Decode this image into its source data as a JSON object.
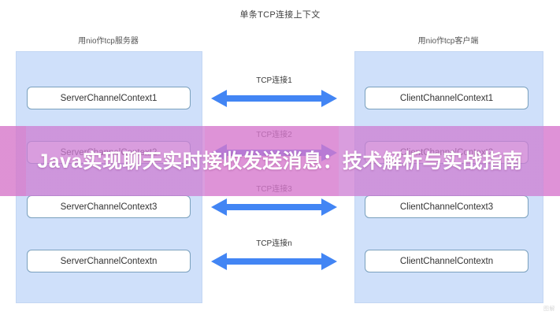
{
  "diagram": {
    "title": "单条TCP连接上下文",
    "watermark": "图解",
    "panels": {
      "left": {
        "caption": "用nio作tcp服务器",
        "boxes": [
          {
            "label": "ServerChannelContext1"
          },
          {
            "label": "ServerChannelContext2"
          },
          {
            "label": "ServerChannelContext3"
          },
          {
            "label": "ServerChannelContextn"
          }
        ]
      },
      "right": {
        "caption": "用nio作tcp客户端",
        "boxes": [
          {
            "label": "ClientChannelContext1"
          },
          {
            "label": "ClientChannelContext2"
          },
          {
            "label": "ClientChannelContext3"
          },
          {
            "label": "ClientChannelContextn"
          }
        ]
      }
    },
    "connections": [
      {
        "label": "TCP连接1"
      },
      {
        "label": "TCP连接2"
      },
      {
        "label": "TCP连接3"
      },
      {
        "label": "TCP连接n"
      }
    ],
    "colors": {
      "panel_fill": "#cfe0fa",
      "box_fill": "#ffffff",
      "box_border": "#7aa0bd",
      "arrow": "#4285f4",
      "overlay": "#cd7ed3",
      "overlay_text": "#ffffff"
    }
  },
  "overlay": {
    "title": "Java实现聊天实时接收发送消息：技术解析与实战指南"
  }
}
